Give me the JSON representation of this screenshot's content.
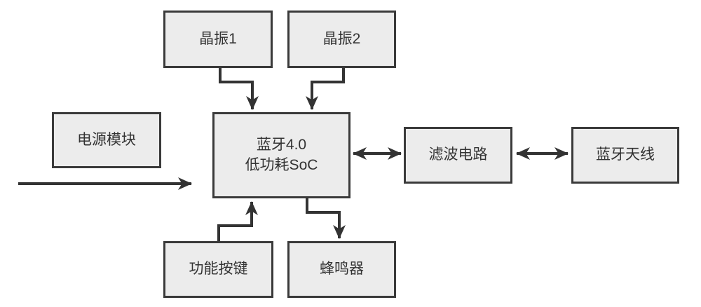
{
  "diagram": {
    "boxes": {
      "crystal1": {
        "label": "晶振1"
      },
      "crystal2": {
        "label": "晶振2"
      },
      "power": {
        "label": "电源模块"
      },
      "soc": {
        "line1": "蓝牙4.0",
        "line2": "低功耗SoC"
      },
      "filter": {
        "label": "滤波电路"
      },
      "antenna": {
        "label": "蓝牙天线"
      },
      "buttons": {
        "label": "功能按键"
      },
      "buzzer": {
        "label": "蜂鸣器"
      }
    },
    "connections": [
      {
        "from": "crystal1",
        "to": "soc",
        "type": "arrow",
        "style": "elbow"
      },
      {
        "from": "crystal2",
        "to": "soc",
        "type": "arrow",
        "style": "elbow"
      },
      {
        "from": "power-line-in",
        "to": "soc",
        "type": "arrow",
        "style": "straight"
      },
      {
        "from": "soc",
        "to": "filter",
        "type": "double-arrow",
        "style": "straight"
      },
      {
        "from": "filter",
        "to": "antenna",
        "type": "double-arrow",
        "style": "straight"
      },
      {
        "from": "buttons",
        "to": "soc",
        "type": "arrow",
        "style": "elbow"
      },
      {
        "from": "soc",
        "to": "buzzer",
        "type": "arrow",
        "style": "elbow"
      }
    ],
    "colors": {
      "background": "#ffffff",
      "box_fill": "#ececec",
      "box_border": "#3a3a3a",
      "arrow": "#333333",
      "text": "#333333"
    }
  }
}
